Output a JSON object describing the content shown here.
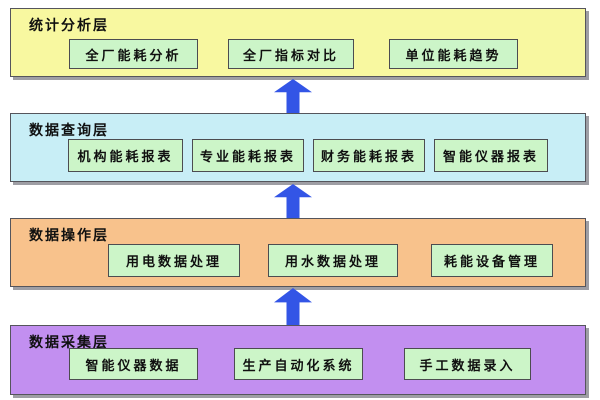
{
  "colors": {
    "layer1-bg": "#f8f8a0",
    "layer2-bg": "#c8eef6",
    "layer3-bg": "#f8c28c",
    "layer4-bg": "#c28ff0",
    "box-bg": "#ccf5c8",
    "arrow": "#3355e6",
    "shadow": "#9e9ea4"
  },
  "diagram": {
    "layers": [
      {
        "label": "统计分析层",
        "boxes": [
          "全厂能耗分析",
          "全厂指标对比",
          "单位能耗趋势"
        ]
      },
      {
        "label": "数据查询层",
        "boxes": [
          "机构能耗报表",
          "专业能耗报表",
          "财务能耗报表",
          "智能仪器报表"
        ]
      },
      {
        "label": "数据操作层",
        "boxes": [
          "用电数据处理",
          "用水数据处理",
          "耗能设备管理"
        ]
      },
      {
        "label": "数据采集层",
        "boxes": [
          "智能仪器数据",
          "生产自动化系统",
          "手工数据录入"
        ]
      }
    ]
  }
}
